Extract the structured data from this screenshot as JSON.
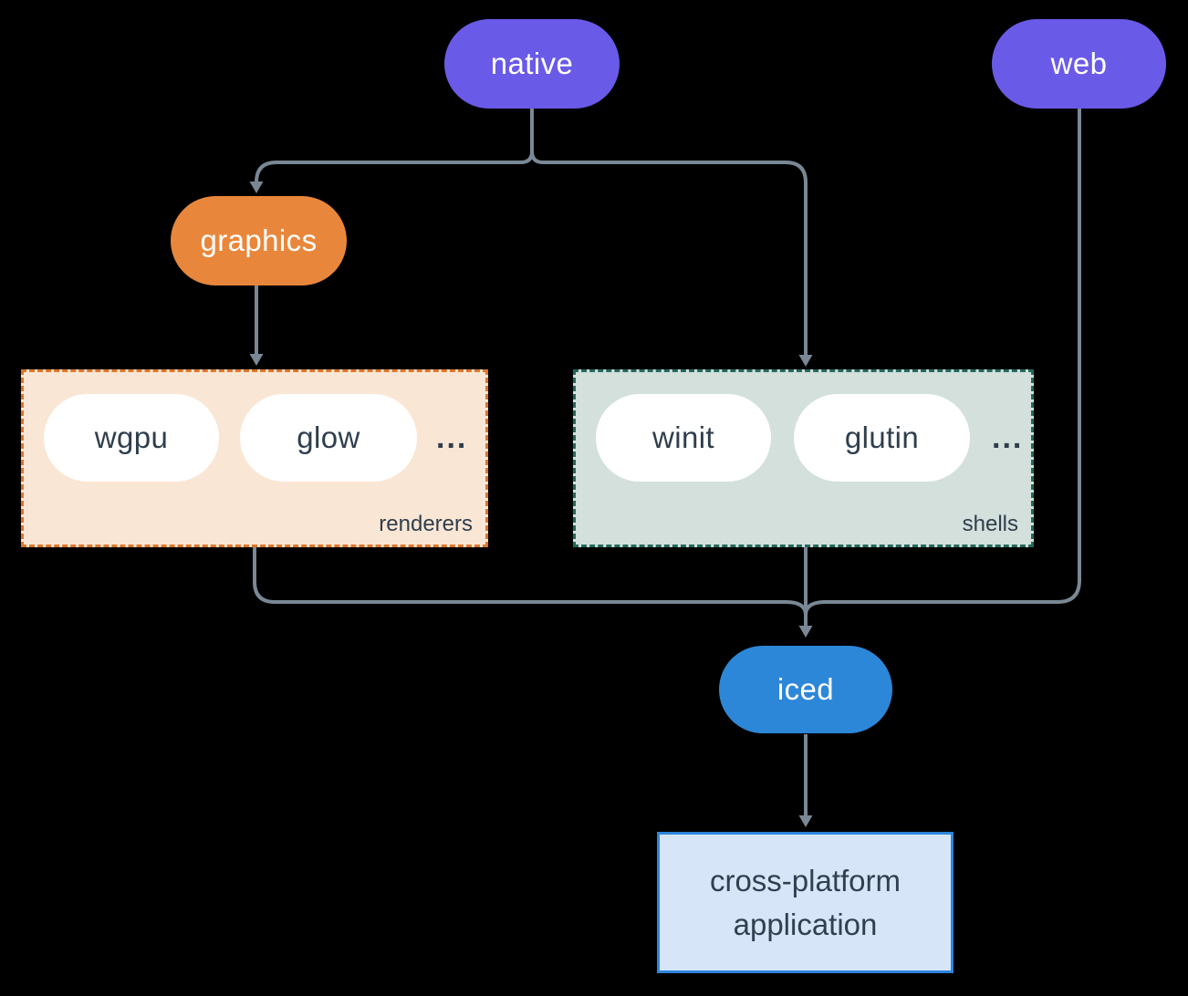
{
  "nodes": {
    "native": "native",
    "web": "web",
    "graphics": "graphics",
    "iced": "iced",
    "application": {
      "line1": "cross-platform",
      "line2": "application"
    }
  },
  "groups": {
    "renderers": {
      "label": "renderers",
      "items": [
        "wgpu",
        "glow"
      ],
      "ellipsis": "..."
    },
    "shells": {
      "label": "shells",
      "items": [
        "winit",
        "glutin"
      ],
      "ellipsis": "..."
    }
  },
  "colors": {
    "background": "#000000",
    "purple_node": "#6A5AE8",
    "orange_node": "#E8873C",
    "blue_node": "#2D87D8",
    "white_node": "#FFFFFF",
    "renderers_bg": "#FAE6D4",
    "renderers_border": "#DE752B",
    "shells_bg": "#D3E0DB",
    "shells_border": "#24685D",
    "application_bg": "#D6E6F8",
    "application_border": "#2C85DB",
    "edge_line": "#7A8795",
    "dark_text": "#2F3E4D",
    "light_text": "#FFFFFF"
  }
}
